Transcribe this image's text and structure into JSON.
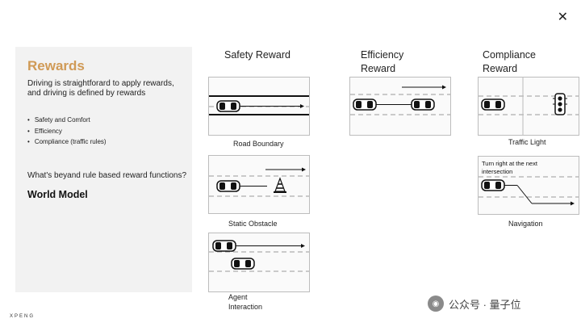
{
  "logo": {
    "glyph": "✕"
  },
  "left": {
    "title": "Rewards",
    "intro": "Driving is straightforard to apply rewards, and driving is defined by rewards",
    "bullets": [
      "Safety and Comfort",
      "Efficiency",
      "Compliance (traffic rules)"
    ],
    "question": "What's beyand rule based reward functions?",
    "emphasis": "World Model"
  },
  "columns": {
    "safety": "Safety Reward",
    "efficiency": "Efficiency Reward",
    "compliance": "Compliance Reward"
  },
  "captions": {
    "road_boundary": "Road Boundary",
    "static_obstacle": "Static Obstacle",
    "agent_interaction": "Agent Interaction",
    "traffic_light": "Traffic Light",
    "navigation": "Navigation"
  },
  "navigation_note": "Turn right at the next intersection",
  "footer": {
    "brand": "XPENG",
    "watermark": "公众号 · 量子位"
  }
}
